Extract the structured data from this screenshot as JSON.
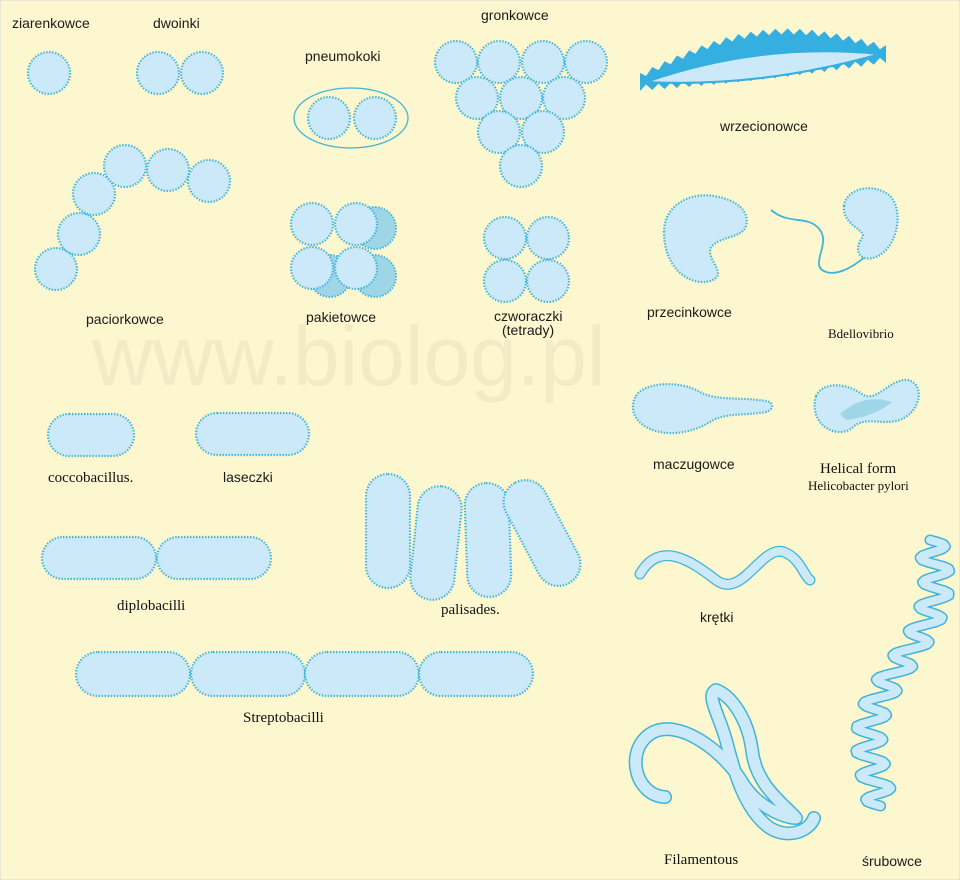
{
  "watermark": "www.biolog.pl",
  "colors": {
    "background": "#fdf7cf",
    "cell_fill": "#cbe9f8",
    "cell_fill_dark": "#9ed6e8",
    "cell_edge": "#3fb4d8",
    "spindle": "#35aee0"
  },
  "labels": {
    "ziarenkowce": "ziarenkowce",
    "dwoinki": "dwoinki",
    "pneumokoki": "pneumokoki",
    "gronkowce": "gronkowce",
    "wrzecionowce": "wrzecionowce",
    "paciorkowce": "paciorkowce",
    "pakietowce": "pakietowce",
    "czworaczki": "czworaczki",
    "tetrady": "(tetrady)",
    "przecinkowce": "przecinkowce",
    "bdellovibrio": "Bdellovibrio",
    "coccobacillus": "coccobacillus.",
    "laseczki": "laseczki",
    "maczugowce": "maczugowce",
    "helical_form": "Helical form",
    "helicobacter": "Helicobacter pylori",
    "diplobacilli": "diplobacilli",
    "palisades": "palisades.",
    "kretki": "krętki",
    "streptobacilli": "Streptobacilli",
    "filamentous": "Filamentous",
    "srubowce": "śrubowce"
  }
}
